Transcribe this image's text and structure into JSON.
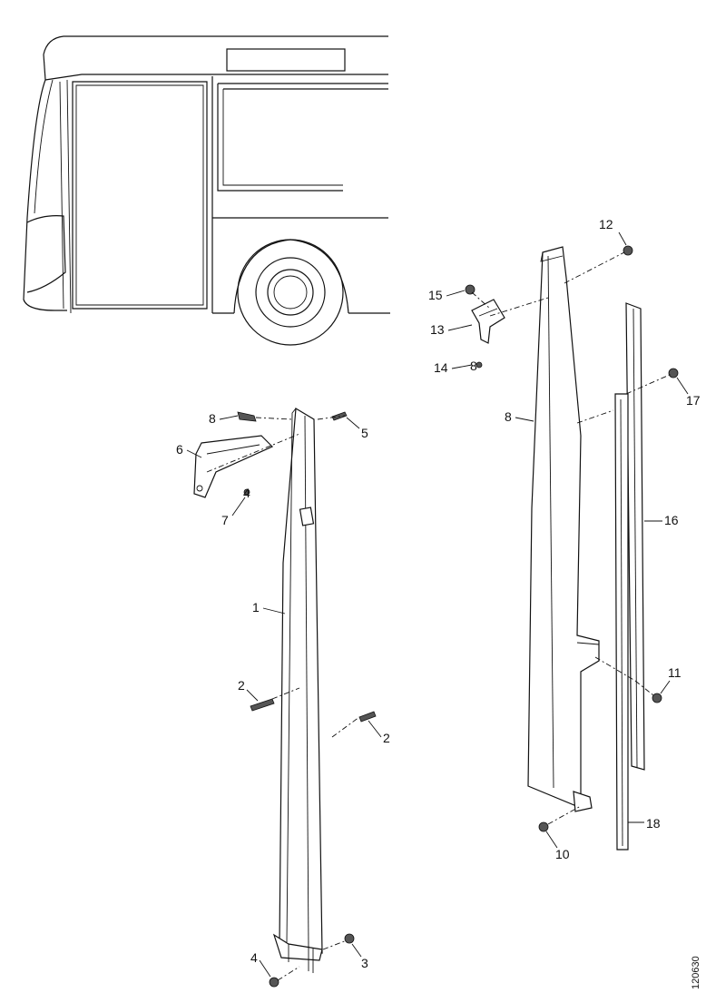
{
  "diagram": {
    "reference_number": "120630",
    "callouts": [
      {
        "id": "c1",
        "label": "1"
      },
      {
        "id": "c2a",
        "label": "2"
      },
      {
        "id": "c2b",
        "label": "2"
      },
      {
        "id": "c3",
        "label": "3"
      },
      {
        "id": "c4a",
        "label": "4"
      },
      {
        "id": "c4b",
        "label": "4"
      },
      {
        "id": "c5",
        "label": "5"
      },
      {
        "id": "c6",
        "label": "6"
      },
      {
        "id": "c7",
        "label": "7"
      },
      {
        "id": "c8a",
        "label": "8"
      },
      {
        "id": "c8b",
        "label": "8"
      },
      {
        "id": "c8c",
        "label": "8"
      },
      {
        "id": "c10",
        "label": "10"
      },
      {
        "id": "c11",
        "label": "11"
      },
      {
        "id": "c12",
        "label": "12"
      },
      {
        "id": "c13",
        "label": "13"
      },
      {
        "id": "c14",
        "label": "14"
      },
      {
        "id": "c15",
        "label": "15"
      },
      {
        "id": "c16",
        "label": "16"
      },
      {
        "id": "c17",
        "label": "17"
      },
      {
        "id": "c18",
        "label": "18"
      }
    ]
  }
}
